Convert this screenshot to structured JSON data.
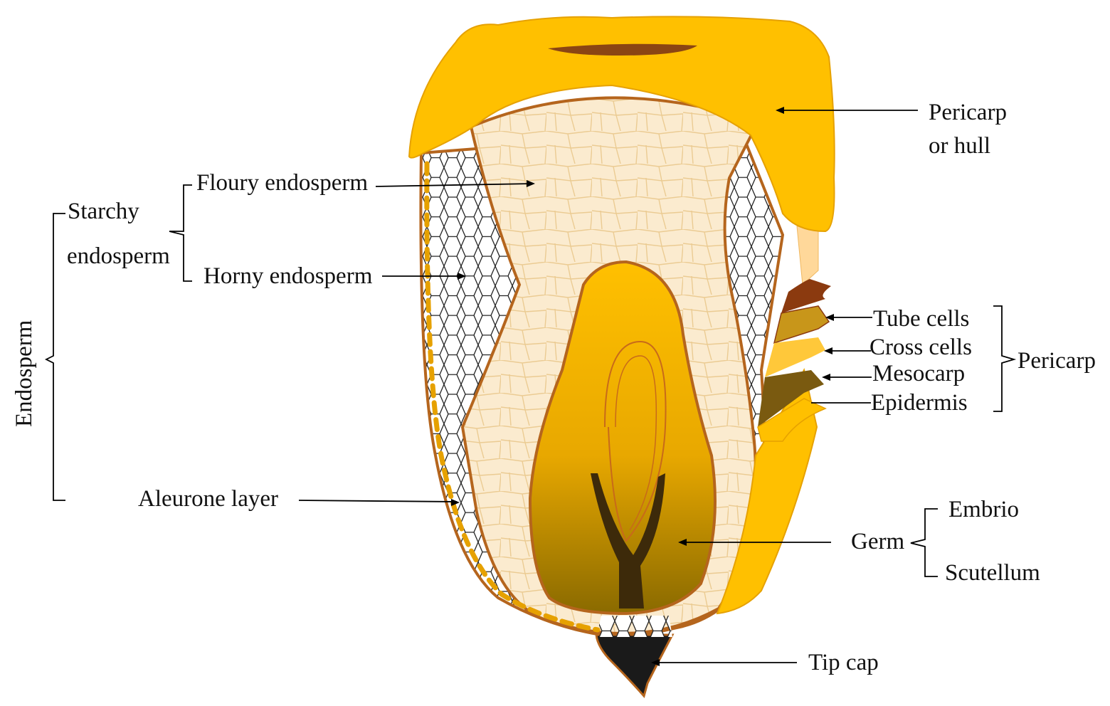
{
  "diagram": {
    "labels": {
      "pericarp_hull_line1": "Pericarp",
      "pericarp_hull_line2": "or hull",
      "floury_endosperm": "Floury endosperm",
      "starchy_line1": "Starchy",
      "starchy_line2": "endosperm",
      "horny_endosperm": "Horny endosperm",
      "endosperm": "Endosperm",
      "tube_cells": "Tube cells",
      "cross_cells": "Cross cells",
      "mesocarp": "Mesocarp",
      "epidermis": "Epidermis",
      "pericarp": "Pericarp",
      "aleurone_layer": "Aleurone layer",
      "germ": "Germ",
      "embrio": "Embrio",
      "scutellum": "Scutellum",
      "tip_cap": "Tip cap"
    },
    "colors": {
      "hull": "#FFC000",
      "hull_stroke": "#E6A100",
      "outline": "#B5651D",
      "endosperm_fill": "#FBE9C9",
      "endosperm_cells": "#EBC98E",
      "germ_top": "#FFC000",
      "germ_bottom": "#8A6A00",
      "embryo": "#3D2A0A",
      "tip_cap": "#1A1A1A",
      "groove": "#8B4513",
      "tube": "#8B3A0F",
      "cross": "#C8961A",
      "mesocarp": "#FFC83A",
      "epidermis": "#7A5A10",
      "peach": "#FFD89A"
    }
  }
}
